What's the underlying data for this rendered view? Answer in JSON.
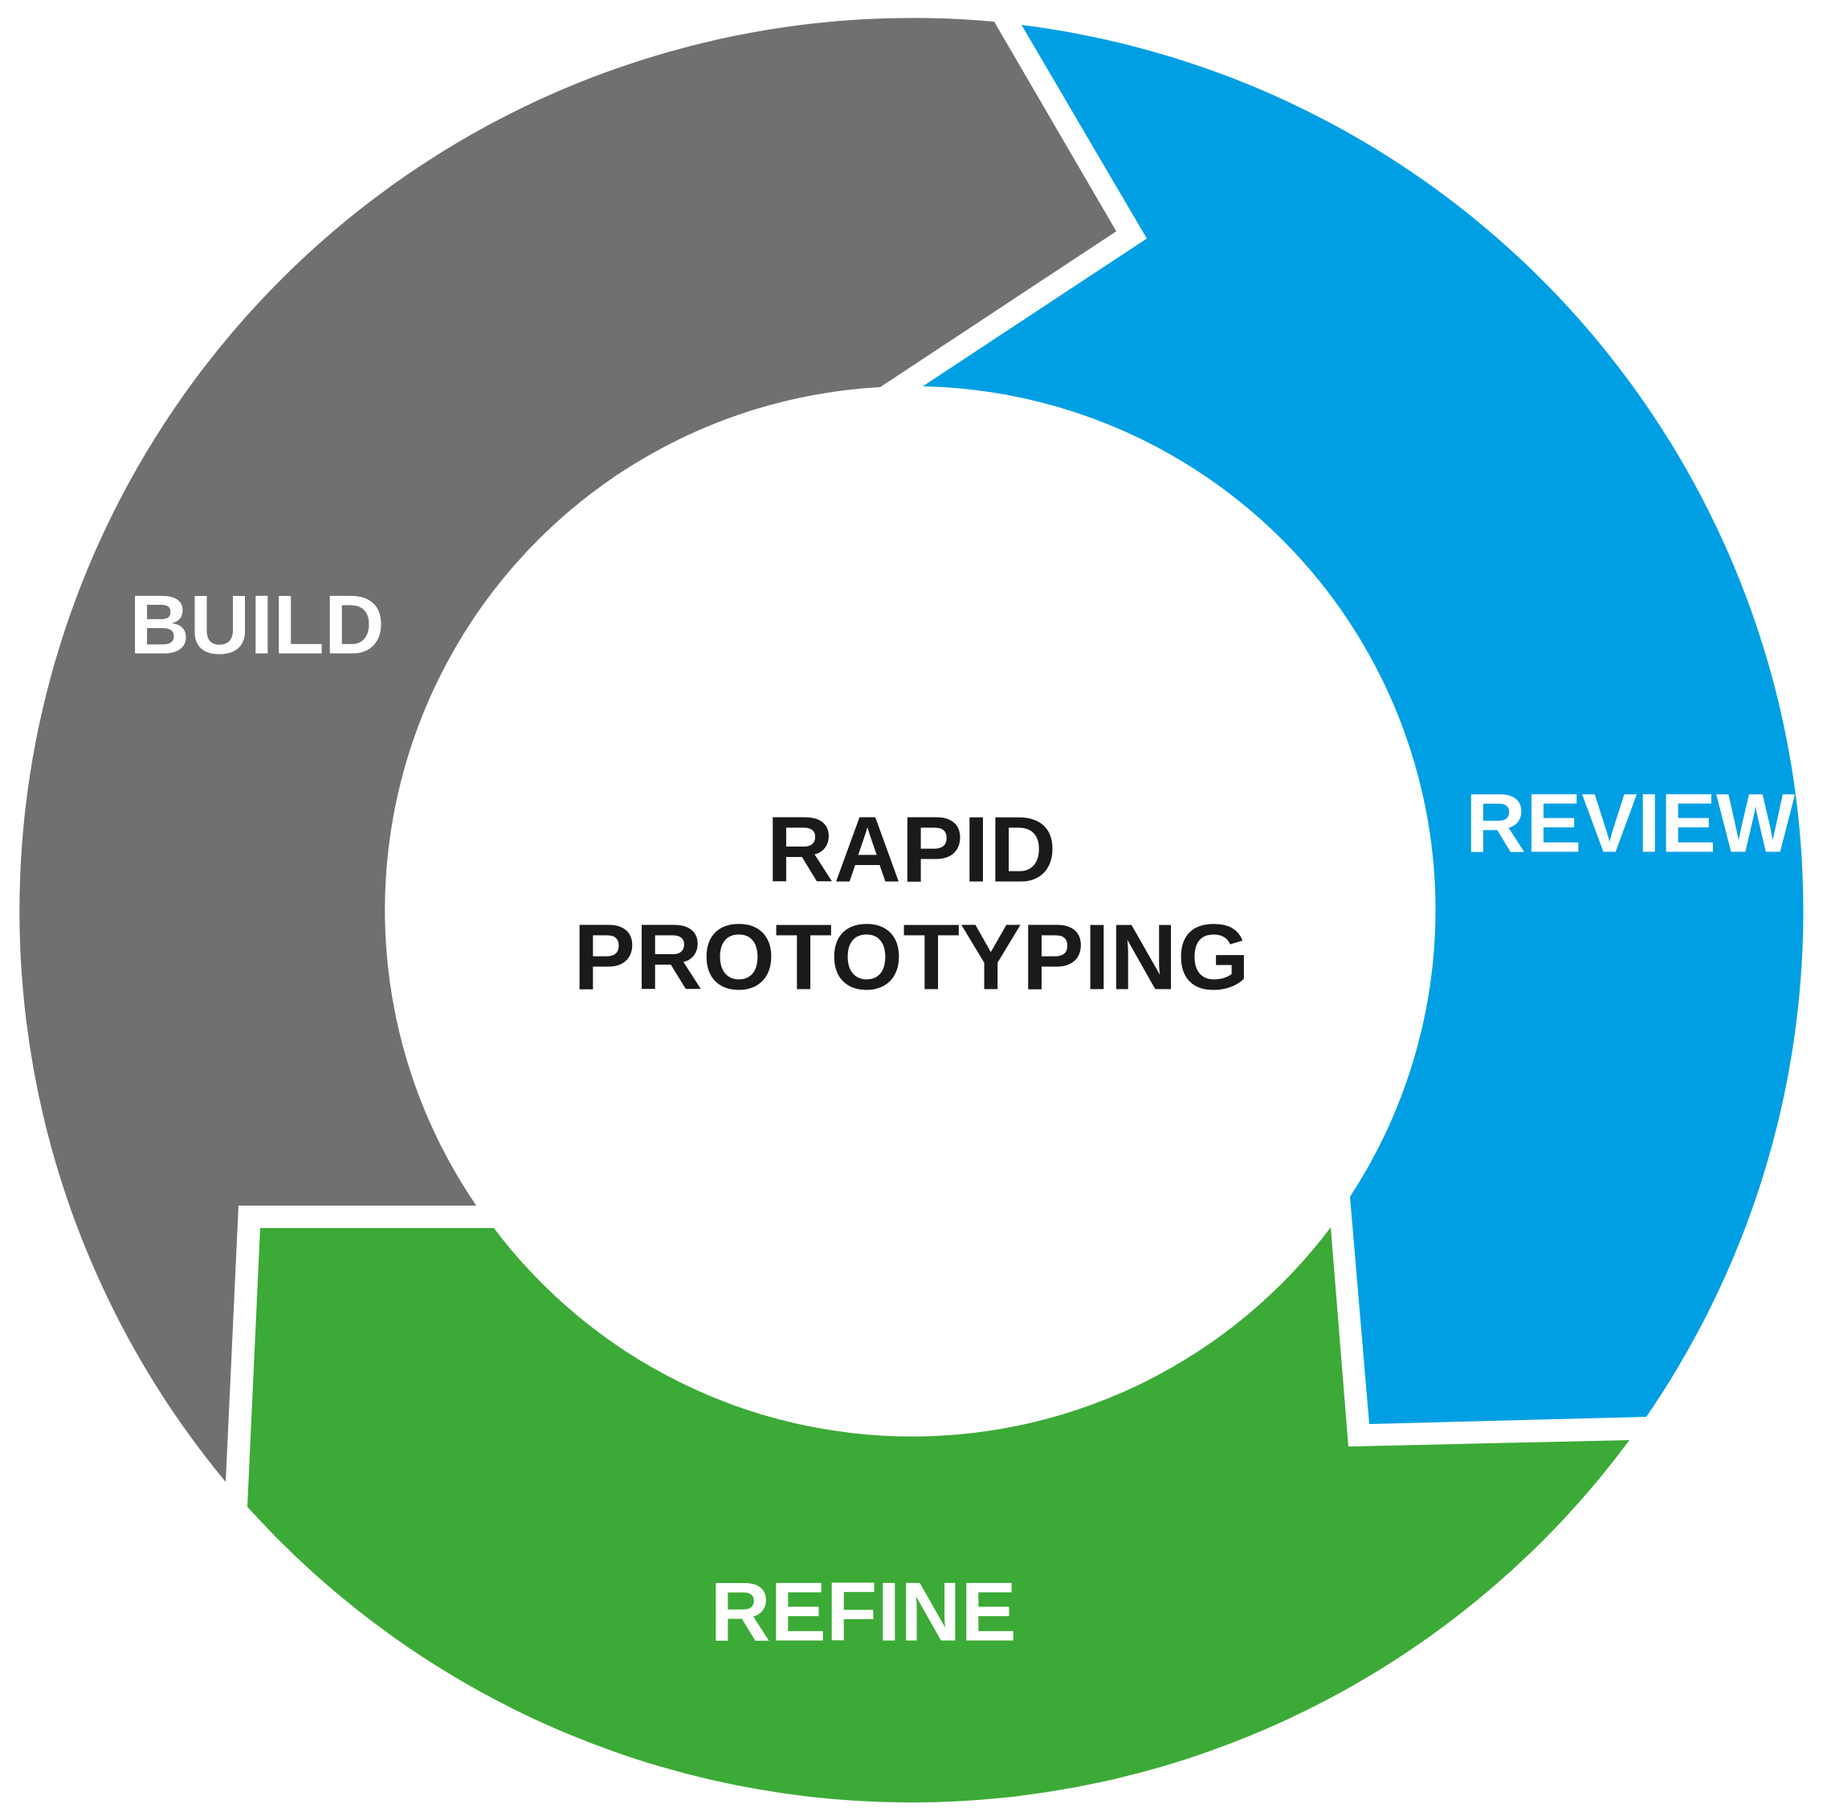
{
  "diagram": {
    "type": "cycle",
    "title_line1": "RAPID",
    "title_line2": "PROTOTYPING",
    "stages": [
      {
        "id": "build",
        "label": "BUILD",
        "color": "#707070"
      },
      {
        "id": "review",
        "label": "REVIEW",
        "color": "#009fe3"
      },
      {
        "id": "refine",
        "label": "REFINE",
        "color": "#3caa36"
      }
    ],
    "text_color": "#1a1a1a",
    "label_color": "#ffffff"
  }
}
